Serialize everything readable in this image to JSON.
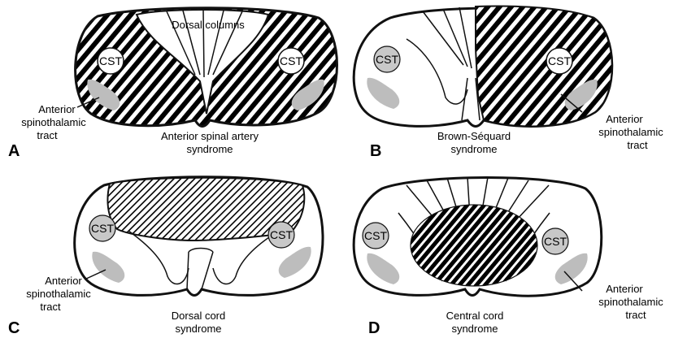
{
  "panels": [
    {
      "letter": "A",
      "syndrome": [
        "Anterior spinal artery",
        "syndrome"
      ],
      "tract_label": [
        "Anterior",
        "spinothalamic",
        "tract"
      ],
      "cst_label": "CST",
      "region_label": "Dorsal columns"
    },
    {
      "letter": "B",
      "syndrome": [
        "Brown-Séquard",
        "syndrome"
      ],
      "tract_label": [
        "Anterior",
        "spinothalamic",
        "tract"
      ],
      "cst_label": "CST"
    },
    {
      "letter": "C",
      "syndrome": [
        "Dorsal cord",
        "syndrome"
      ],
      "tract_label": [
        "Anterior",
        "spinothalamic",
        "tract"
      ],
      "cst_label": "CST"
    },
    {
      "letter": "D",
      "syndrome": [
        "Central cord",
        "syndrome"
      ],
      "tract_label": [
        "Anterior",
        "spinothalamic",
        "tract"
      ],
      "cst_label": "CST"
    }
  ],
  "colors": {
    "lesion": "#000000",
    "tract": "#bdbdbd",
    "cst_fill": "#c8c8c8",
    "outline": "#111111"
  }
}
